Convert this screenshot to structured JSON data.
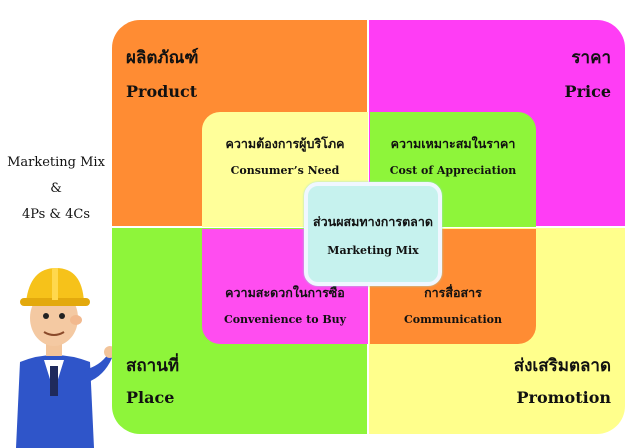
{
  "side_title": {
    "line1": "Marketing Mix",
    "line2": "&",
    "line3": "4Ps & 4Cs"
  },
  "quadrants": {
    "product": {
      "thai": "ผลิตภัณฑ์",
      "english": "Product"
    },
    "price": {
      "thai": "ราคา",
      "english": "Price"
    },
    "place": {
      "thai": "สถานที่",
      "english": "Place"
    },
    "promotion": {
      "thai": "ส่งเสริมตลาด",
      "english": "Promotion"
    }
  },
  "inner_cells": {
    "consumer_need": {
      "thai": "ความต้องการผู้บริโภค",
      "english": "Consumer’s Need"
    },
    "cost": {
      "thai": "ความเหมาะสมในราคา",
      "english": "Cost of Appreciation"
    },
    "convenience": {
      "thai": "ความสะดวกในการซื้อ",
      "english": "Convenience to Buy"
    },
    "communication": {
      "thai": "การสื่อสาร",
      "english": "Communication"
    }
  },
  "center": {
    "thai": "ส่วนผสมทางการตลาด",
    "english": "Marketing Mix"
  },
  "colors": {
    "orange": "#ff8c33",
    "magenta": "#ff3df5",
    "green": "#8ef53a",
    "yellow": "#ffff8c",
    "center": "#c6f2ee"
  },
  "illustration": "construction-worker-mascot"
}
